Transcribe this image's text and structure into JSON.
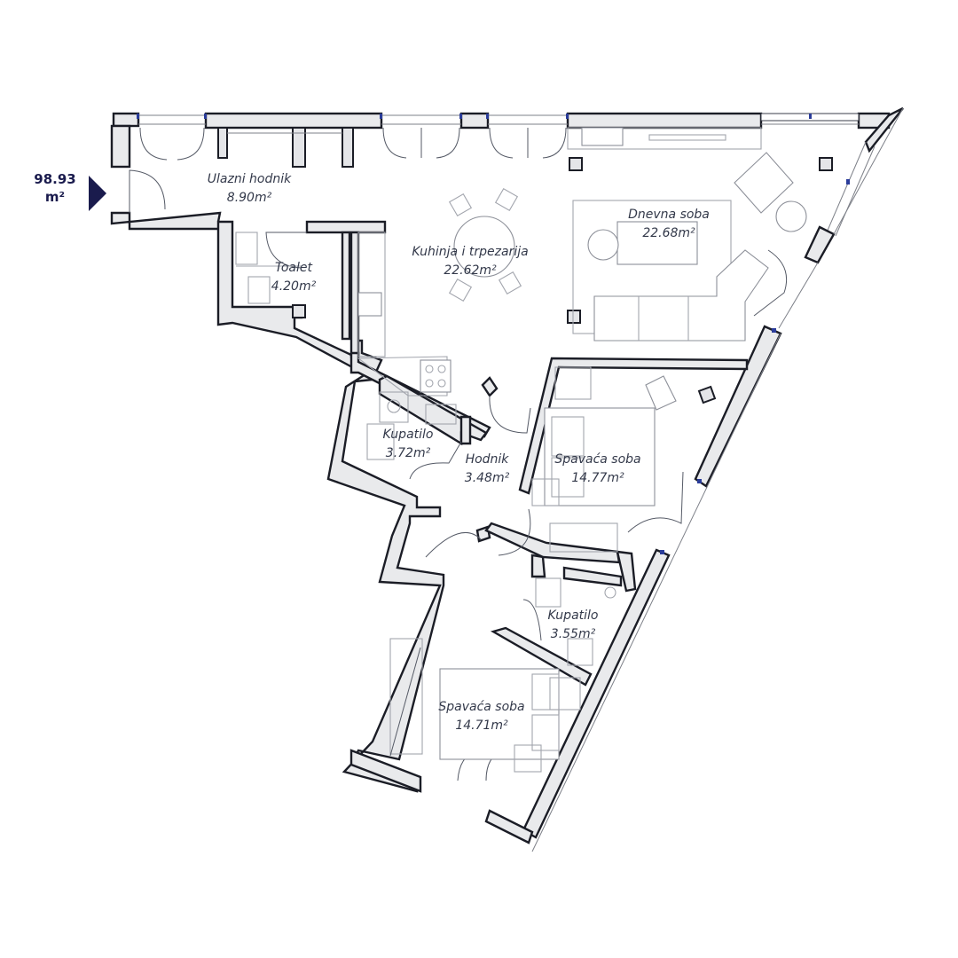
{
  "total": {
    "value": "98.93",
    "unit": "m²"
  },
  "rooms": [
    {
      "name": "Ulazni hodnik",
      "area": "8.90m²"
    },
    {
      "name": "Toalet",
      "area": "4.20m²"
    },
    {
      "name": "Kuhinja i trpezarija",
      "area": "22.62m²"
    },
    {
      "name": "Dnevna soba",
      "area": "22.68m²"
    },
    {
      "name": "Kupatilo",
      "area": "3.72m²"
    },
    {
      "name": "Hodnik",
      "area": "3.48m²"
    },
    {
      "name": "Spavaća soba",
      "area": "14.77m²"
    },
    {
      "name": "Kupatilo",
      "area": "3.55m²"
    },
    {
      "name": "Spavaća soba",
      "area": "14.71m²"
    }
  ],
  "colors": {
    "wall_outline": "#1b1d26",
    "wall_fill": "#e9eaec",
    "accent": "#1a1b4d",
    "window_jamb": "#2a3c9a",
    "label": "#33394a"
  },
  "icons": [
    "entrance-arrow-icon"
  ]
}
